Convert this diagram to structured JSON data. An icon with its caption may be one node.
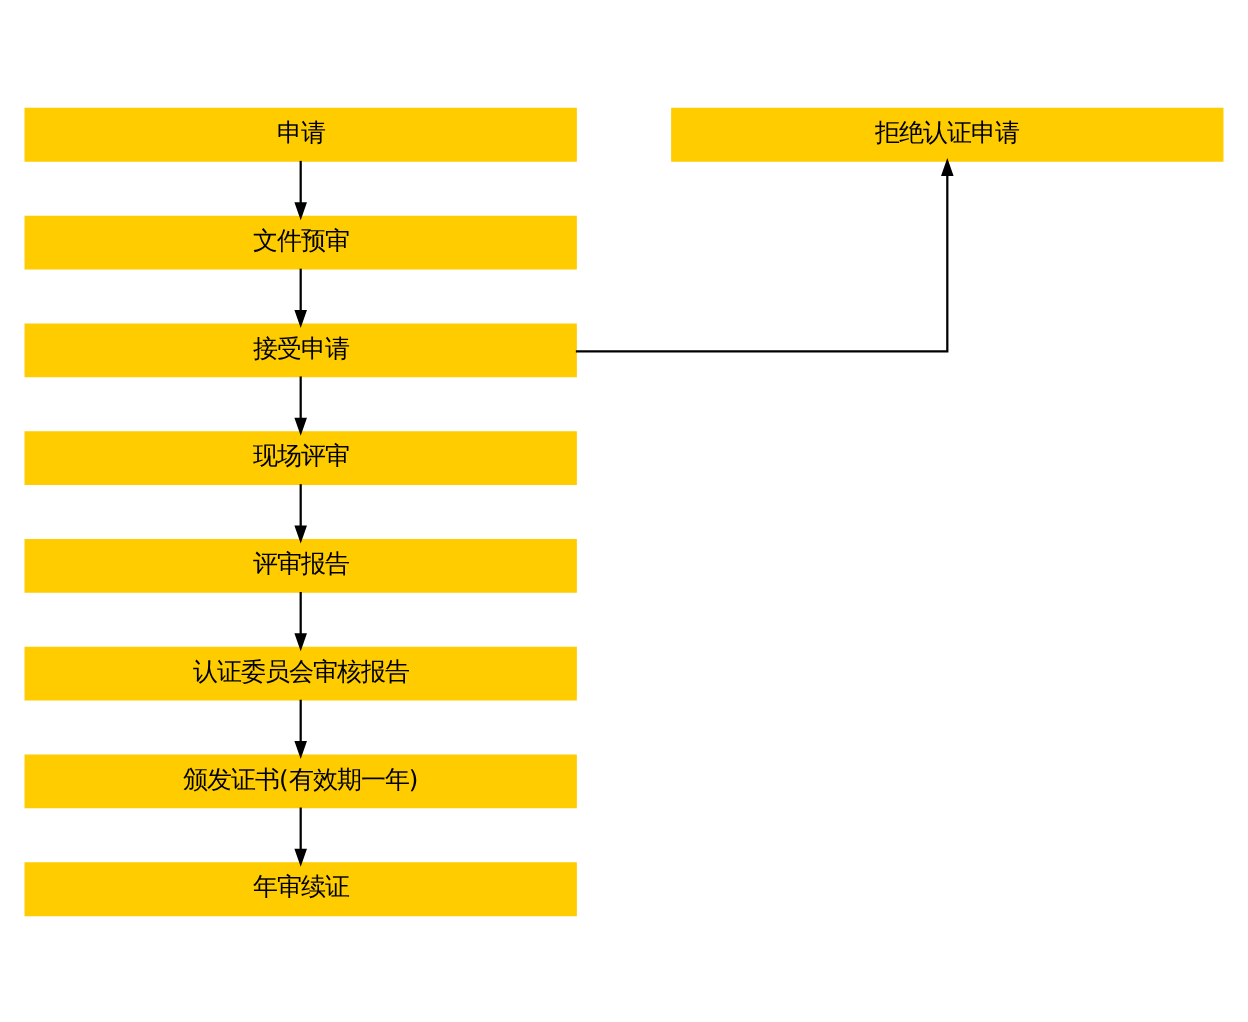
{
  "diagram": {
    "nodes": [
      {
        "text": [
          "申请"
        ]
      },
      {
        "text": [
          "文件预审"
        ]
      },
      {
        "text": [
          "接受申请"
        ]
      },
      {
        "text": [
          "现场评审"
        ]
      },
      {
        "text": [
          "评审报告"
        ]
      },
      {
        "text": [
          "认证委员会审核报告"
        ]
      },
      {
        "text": [
          "颁发证书(有效期一年)"
        ]
      },
      {
        "text": [
          "年审续证"
        ]
      },
      {
        "text": [
          "拒绝认证申请"
        ]
      }
    ],
    "edges": [
      {
        "from": 0,
        "to": 1,
        "arrow": "to"
      },
      {
        "from": 1,
        "to": 2,
        "arrow": "to"
      },
      {
        "from": 2,
        "to": 8,
        "arrow": "to"
      },
      {
        "from": 2,
        "to": 3,
        "arrow": "to"
      },
      {
        "from": 3,
        "to": 4,
        "arrow": "to"
      },
      {
        "from": 4,
        "to": 5,
        "arrow": "to"
      },
      {
        "from": 5,
        "to": 6,
        "arrow": "to"
      },
      {
        "from": 6,
        "to": 7,
        "arrow": "to"
      }
    ]
  }
}
